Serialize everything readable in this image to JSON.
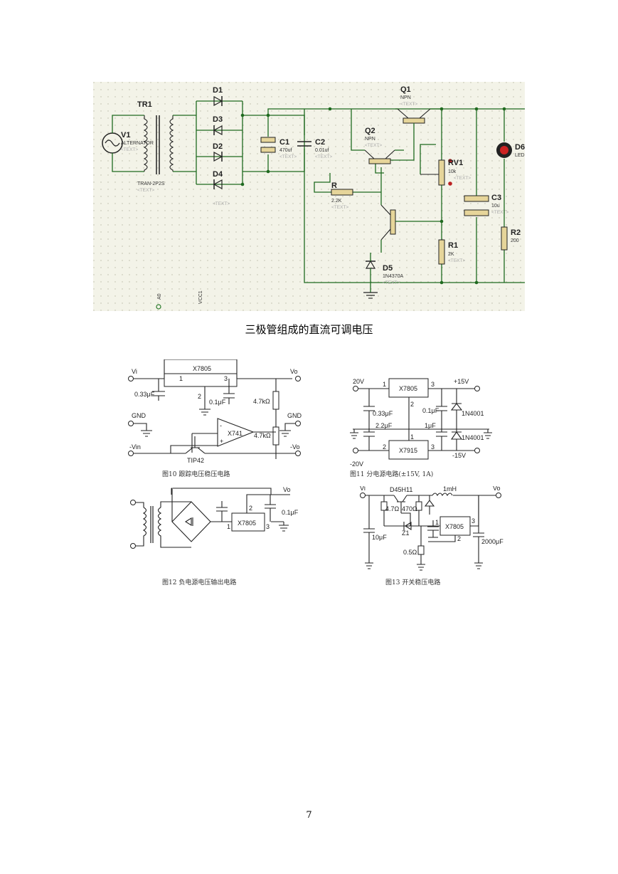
{
  "figure1": {
    "caption": "三极管组成的直流可调电压",
    "labels": {
      "tr1": "TR1",
      "tr1_part": "TRAN-2P2S",
      "v1": "V1",
      "v1_part": "ALTERNATOR",
      "d1": "D1",
      "d2": "D2",
      "d3": "D3",
      "d4": "D4",
      "c1": "C1",
      "c1_val": "470uf",
      "c2": "C2",
      "c2_val": "0.01uf",
      "q1": "Q1",
      "q1_type": "NPN",
      "q2": "Q2",
      "q2_type": "NPN",
      "rv1": "RV1",
      "rv1_val": "10k",
      "c3": "C3",
      "c3_val": "10u",
      "r": "R",
      "r_val": "2.2K",
      "r1": "R1",
      "r1_val": "2K",
      "r2": "R2",
      "r2_val": "200",
      "d5": "D5",
      "d5_part": "1N4370A",
      "d6": "D6",
      "d6_part": "LED",
      "text_placeholder": "<TEXT>",
      "probe_a0": "A0",
      "probe_vcc1": "VCC1"
    }
  },
  "fig10": {
    "caption": "图10  跟踪电压稳压电路",
    "labels": {
      "vi": "Vi",
      "vo_top": "Vo",
      "ic": "X7805",
      "pin1": "1",
      "pin2": "2",
      "pin3": "3",
      "c_in": "0.33μF",
      "c_out": "0.1μF",
      "r_top": "4.7kΩ",
      "r_bot": "4.7kΩ",
      "gnd_left": "GND",
      "gnd_right": "GND",
      "opamp": "X741",
      "minus": "-",
      "plus": "+",
      "vin_neg": "-Vin",
      "vo_neg": "-Vo",
      "transistor": "TIP42"
    }
  },
  "fig11": {
    "caption": "图11  分电源电路(±15V, 1A)",
    "labels": {
      "in_pos": "20V",
      "in_neg": "-20V",
      "ic_top": "X7805",
      "ic_bot": "X7915",
      "pin1": "1",
      "pin2": "2",
      "pin3": "3",
      "c1": "0.33μF",
      "c2": "2.2μF",
      "c3": "0.1μF",
      "c4": "1μF",
      "d_top": "1N4001",
      "d_bot": "1N4001",
      "out_pos": "+15V",
      "out_neg": "-15V"
    }
  },
  "fig12": {
    "caption": "图12  负电源电压输出电路",
    "labels": {
      "vo": "Vo",
      "ic": "X7805",
      "pin1": "1",
      "pin2": "2",
      "pin3": "3",
      "c_out": "0.1μF"
    }
  },
  "fig13": {
    "caption": "图13  开关稳压电路",
    "labels": {
      "vi": "Vi",
      "vo": "Vo",
      "transistor": "D45H11",
      "r1": "4.7Ω",
      "r2": "470Ω",
      "inductor": "1mH",
      "ic": "X7805",
      "pin1": "1",
      "pin2": "2",
      "pin3": "3",
      "c_in": "10μF",
      "c_out": "2000μF",
      "zener": "Z1",
      "r_sense": "0.5Ω"
    }
  },
  "page_number": "7"
}
